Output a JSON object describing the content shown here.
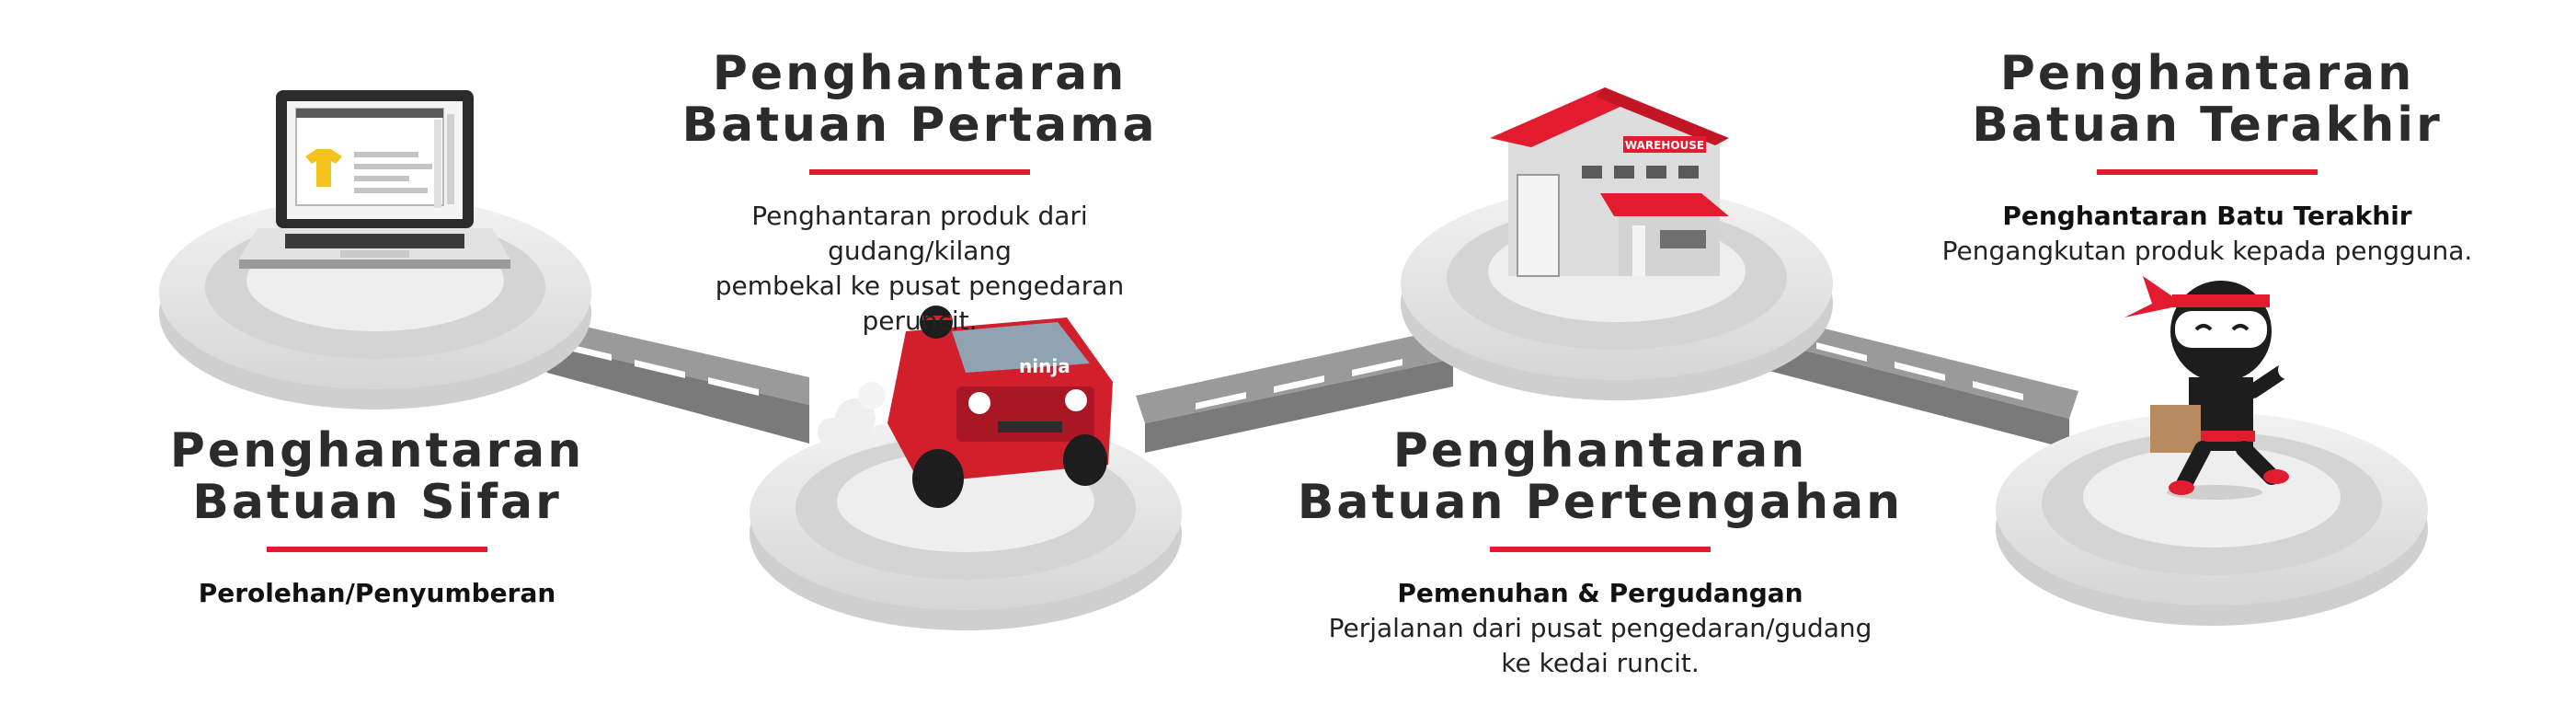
{
  "stages": [
    {
      "title_line1": "Penghantaran",
      "title_line2": "Batuan Sifar",
      "subtitle": "Perolehan/Penyumberan",
      "desc_line1": "",
      "desc_line2": "",
      "icon": "laptop-icon"
    },
    {
      "title_line1": "Penghantaran",
      "title_line2": "Batuan Pertama",
      "subtitle": "",
      "desc_line1": "Penghantaran produk dari gudang/kilang",
      "desc_line2": "pembekal ke pusat pengedaran peruncit.",
      "icon": "delivery-van-icon",
      "van_brand": "ninja"
    },
    {
      "title_line1": "Penghantaran",
      "title_line2": "Batuan Pertengahan",
      "subtitle": "Pemenuhan & Pergudangan",
      "desc_line1": "Perjalanan dari pusat pengedaran/gudang",
      "desc_line2": "ke kedai runcit.",
      "icon": "warehouse-icon",
      "warehouse_sign": "WAREHOUSE"
    },
    {
      "title_line1": "Penghantaran",
      "title_line2": "Batuan Terakhir",
      "subtitle": "Penghantaran Batu Terakhir",
      "desc_line1": "Pengangkutan produk kepada pengguna.",
      "desc_line2": "",
      "icon": "ninja-courier-icon"
    }
  ],
  "colors": {
    "accent": "#e31b2e",
    "platform": "#e6e6e6",
    "road": "#8a8a8a",
    "text": "#2b2b2b"
  }
}
